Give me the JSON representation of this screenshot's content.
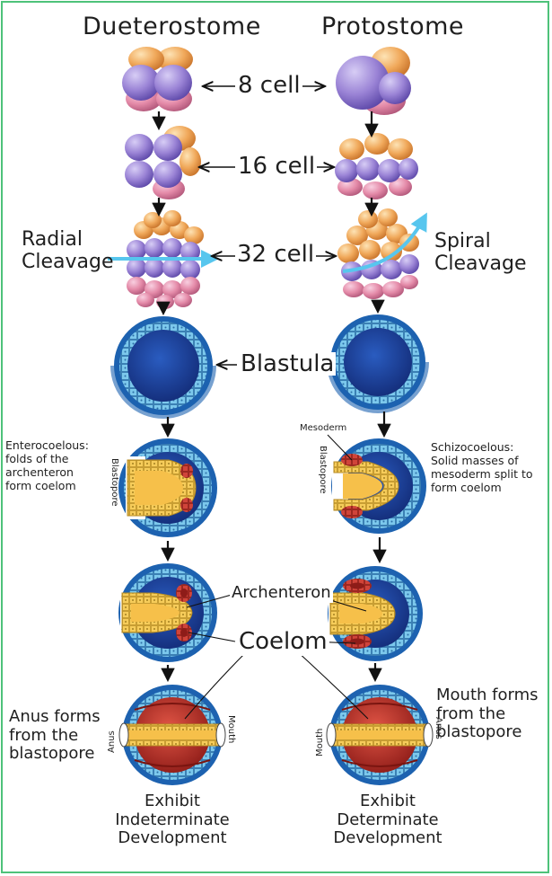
{
  "columns": {
    "left_title": "Dueterostome",
    "right_title": "Protostome"
  },
  "stages": {
    "eight_cell": "8 cell",
    "sixteen_cell": "16 cell",
    "thirtytwo_cell": "32 cell",
    "blastula": "Blastula"
  },
  "cleavage": {
    "left": "Radial\nCleavage",
    "right": "Spiral\nCleavage"
  },
  "coelom_formation": {
    "left": "Enterocoelous:\nfolds of the\narchenteron\nform coelom",
    "right": "Schizocoelous:\nSolid masses of\nmesoderm split to\nform coelom"
  },
  "structures": {
    "blastopore_left": "Blastopore",
    "blastopore_right": "Blastopore",
    "mesoderm": "Mesoderm",
    "archenteron": "Archenteron",
    "coelom": "Coelom",
    "anus_left": "Anus",
    "mouth_left": "Mouth",
    "mouth_right": "Mouth",
    "anus_right": "Anus"
  },
  "fates": {
    "left": "Anus forms\nfrom the\nblastopore",
    "right": "Mouth forms\nfrom the\nblastopore"
  },
  "development": {
    "left": "Exhibit\nIndeterminate\nDevelopment",
    "right": "Exhibit\nDeterminate\nDevelopment"
  },
  "colors": {
    "border": "#4ec27a",
    "cell_purple": "#9b84d6",
    "cell_orange": "#f0a85a",
    "cell_pink": "#e48aa8",
    "ectoderm_blue": "#3a8fd0",
    "blastocoel_navy": "#1f3f9a",
    "endoderm_yellow": "#f6cc5a",
    "mesoderm_red": "#c8352e",
    "cleavage_arrow": "#57c6ee"
  }
}
